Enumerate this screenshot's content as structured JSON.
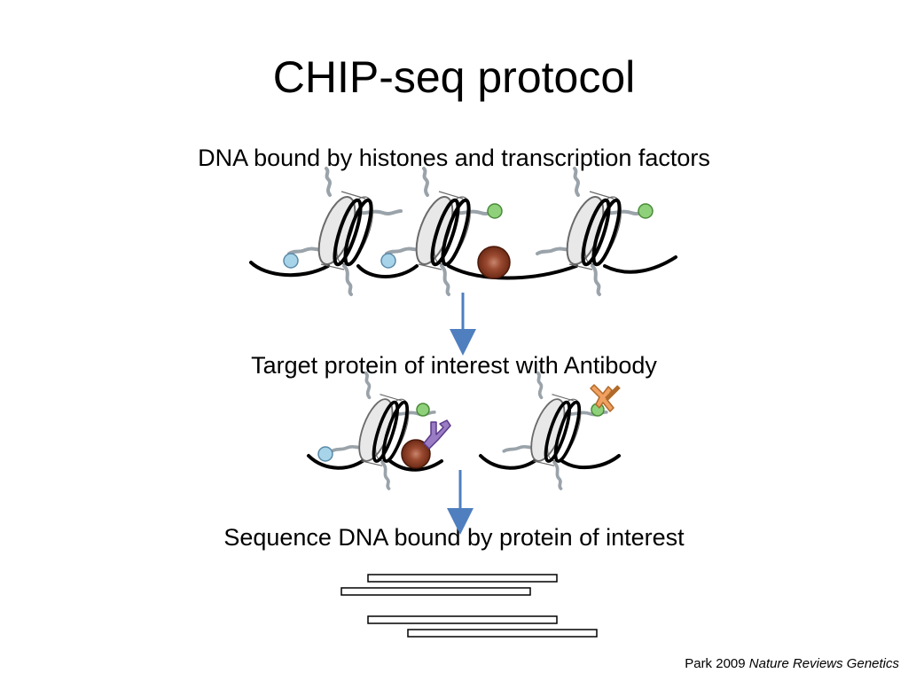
{
  "slide": {
    "title": "CHIP-seq protocol",
    "steps": [
      "DNA bound by histones and transcription factors",
      "Target protein of interest with Antibody",
      "Sequence DNA bound by protein of interest"
    ],
    "citation": {
      "prefix": "Park 2009 ",
      "journal": "Nature Reviews Genetics"
    }
  },
  "colors": {
    "dna": "#000000",
    "histone_fill": "#e8e8e8",
    "histone_stroke": "#6a6a6a",
    "histone_tail": "#9aa3aa",
    "mark_blue": "#a8d4ea",
    "mark_green": "#8fd17a",
    "transcription_factor": "#8a3a22",
    "antibody_purple": "#9a7cc4",
    "antibody_orange": "#f0a060",
    "arrow": "#4f7fbf",
    "read_stroke": "#000000"
  },
  "icons": [
    "nucleosome-icon",
    "transcription-factor-icon",
    "antibody-icon",
    "down-arrow-icon",
    "sequencing-read-icon"
  ]
}
